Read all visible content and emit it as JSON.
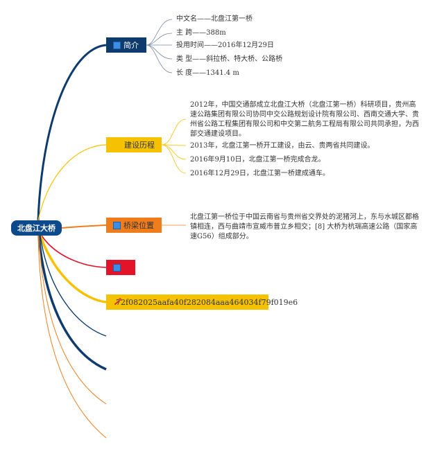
{
  "root": {
    "label": "北盘江大桥"
  },
  "branches": {
    "intro": {
      "label": "简介",
      "items": [
        "中文名——北盘江第一桥",
        "主  跨——388m",
        "投用时间——2016年12月29日",
        "类  型——斜拉桥、特大桥、公路桥",
        "长  度——1341.4 m"
      ]
    },
    "history": {
      "label": "建设历程",
      "items": [
        "2012年，中国交通部成立北盘江大桥（北盘江第一桥）科研项目，贵州高速公路集团有限公司协同中交公路规划设计院有限公司、西南交通大学、贵州省公路工程集团有限公司和中交第二航务工程局有限公司共同承担，为西部交通建设项目。",
        "2013年，北盘江第一桥开工建设，由云、贵两省共同建设。",
        "2016年9月10日，北盘江第一桥完成合龙。",
        "2016年12月29日，北盘江第一桥建成通车。"
      ]
    },
    "location": {
      "label": "桥梁位置",
      "text": "北盘江第一桥位于中国云南省与贵州省交界处的泥猪河上，东与水城区都格镇相连，西与曲靖市宣威市普立乡相交；[8] 大桥为杭瑞高速公路（国家高速G56）组成部分。"
    },
    "empty": {
      "label": ""
    },
    "hash": {
      "label": "72f082025aafa40f282084aaa464034f79f019e6"
    }
  },
  "colors": {
    "navy": "#0d3b6e",
    "root": "#0c4a8c",
    "yellow": "#f6c200",
    "orange": "#f07d1b",
    "red": "#e3132a",
    "leaf_line": "#7a8aa0"
  },
  "icons": {
    "branch_marker": "flag-icon",
    "hash_marker": "magic-wand-icon"
  }
}
